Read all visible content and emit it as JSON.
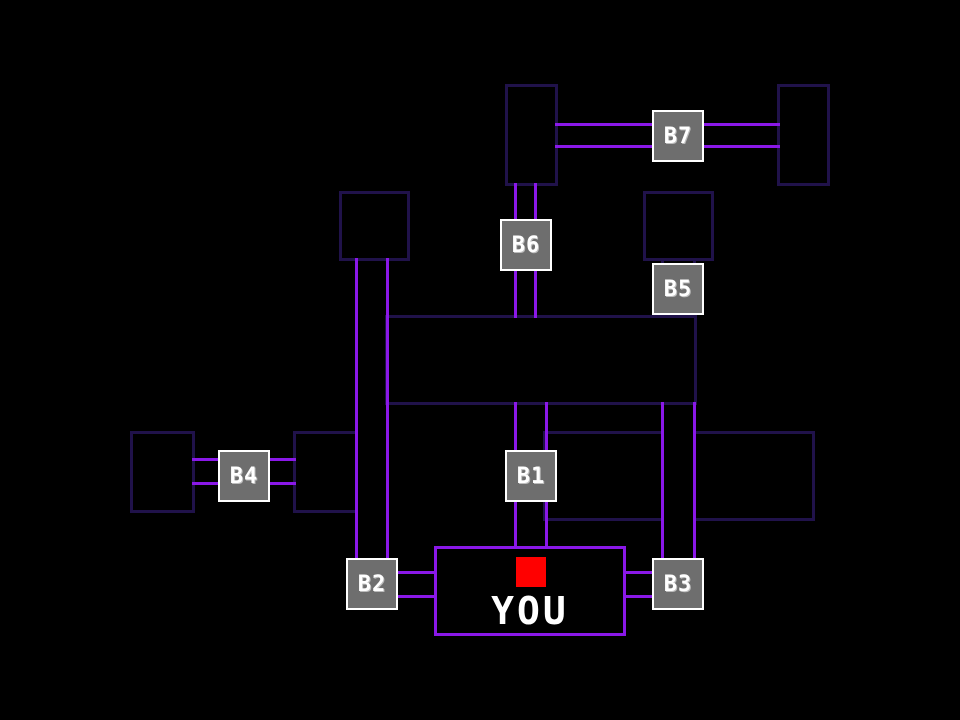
{
  "map": {
    "background_color": "#000000",
    "room_color": "#20124a",
    "hallway_color": "#8a18e8",
    "player_marker_color": "#ff0000",
    "camera_fill_color": "#6e6e6e"
  },
  "player": {
    "label": "YOU"
  },
  "cameras": [
    {
      "id": "B1",
      "label": "B1"
    },
    {
      "id": "B2",
      "label": "B2"
    },
    {
      "id": "B3",
      "label": "B3"
    },
    {
      "id": "B4",
      "label": "B4"
    },
    {
      "id": "B5",
      "label": "B5"
    },
    {
      "id": "B6",
      "label": "B6"
    },
    {
      "id": "B7",
      "label": "B7"
    }
  ]
}
